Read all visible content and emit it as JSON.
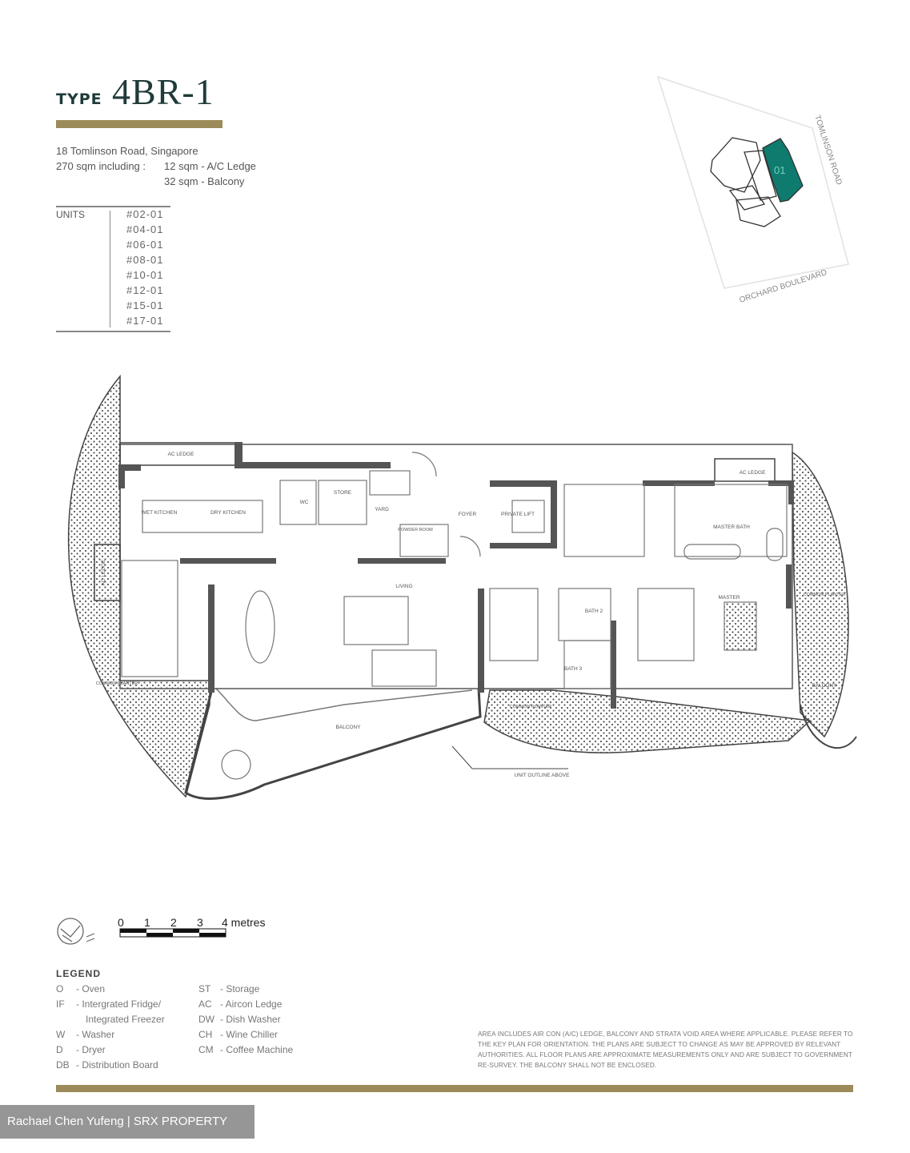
{
  "header": {
    "type_prefix": "TYPE",
    "type_name": "4BR-1",
    "address": "18 Tomlinson Road, Singapore",
    "area_total": "270 sqm including :",
    "area_ac": "12 sqm  - A/C Ledge",
    "area_balcony": "32 sqm  - Balcony",
    "units_label": "UNITS",
    "units": [
      "#02-01",
      "#04-01",
      "#06-01",
      "#08-01",
      "#10-01",
      "#12-01",
      "#15-01",
      "#17-01"
    ]
  },
  "key_plan": {
    "highlight_unit": "01",
    "road_east": "TOMLINSON ROAD",
    "road_south": "ORCHARD BOULEVARD",
    "highlight_color": "#0f7a6e"
  },
  "floor_plan": {
    "rooms": {
      "ac_ledge_1": "AC LEDGE",
      "wet_kitchen": "WET KITCHEN",
      "dry_kitchen": "DRY KITCHEN",
      "wc": "WC",
      "store": "STORE",
      "yard": "YARD",
      "foyer": "FOYER",
      "powder_room": "POWDER ROOM",
      "private_lift": "PRIVATE LIFT",
      "ac_ledge_2": "AC LEDGE",
      "master_bath": "MASTER BATH",
      "ac_ledge_3": "AC LEDGE",
      "living": "LIVING",
      "balcony_main": "BALCONY",
      "bath_2": "BATH 2",
      "bath_3": "BATH 3",
      "master": "MASTER",
      "common_planter_1": "COMMON PLANTER",
      "common_planter_2": "COMMON PLANTER",
      "common_planter_3": "COMMON PLANTER",
      "balcony_master": "BALCONY",
      "unit_outline": "UNIT OUTLINE ABOVE"
    }
  },
  "scale_bar": {
    "ticks": [
      "0",
      "1",
      "2",
      "3",
      "4 metres"
    ]
  },
  "legend": {
    "title": "LEGEND",
    "left": [
      {
        "code": "O",
        "desc": "- Oven"
      },
      {
        "code": "IF",
        "desc": "- Intergrated Fridge/"
      },
      {
        "code": "",
        "desc": "Integrated Freezer"
      },
      {
        "code": "W",
        "desc": "- Washer"
      },
      {
        "code": "D",
        "desc": "- Dryer"
      },
      {
        "code": "DB",
        "desc": "- Distribution Board"
      }
    ],
    "right": [
      {
        "code": "ST",
        "desc": "- Storage"
      },
      {
        "code": "AC",
        "desc": "- Aircon Ledge"
      },
      {
        "code": "DW",
        "desc": "- Dish Washer"
      },
      {
        "code": "CH",
        "desc": "- Wine Chiller"
      },
      {
        "code": "CM",
        "desc": "- Coffee Machine"
      }
    ]
  },
  "disclaimer": "Area includes air con (A/C) ledge, balcony and strata void area where applicable. Please refer to the key plan for orientation. The plans are subject to change as may be approved by relevant authorities. All floor plans are approximate measurements only and are subject to government re-survey. The balcony shall not be enclosed.",
  "watermark": "Rachael Chen Yufeng | SRX PROPERTY",
  "colors": {
    "gold": "#9c8b5a",
    "title": "#1f3b3a",
    "teal": "#0f7a6e"
  }
}
